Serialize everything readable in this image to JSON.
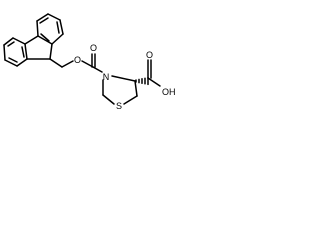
{
  "molecule": {
    "atoms": {
      "O_ester": "O",
      "O_carbonyl": "O",
      "N_ring": "N",
      "S_ring": "S",
      "O_acid_carbonyl": "O",
      "OH_acid": "OH"
    },
    "colors": {
      "bond": "#000000",
      "background": "#ffffff"
    }
  }
}
